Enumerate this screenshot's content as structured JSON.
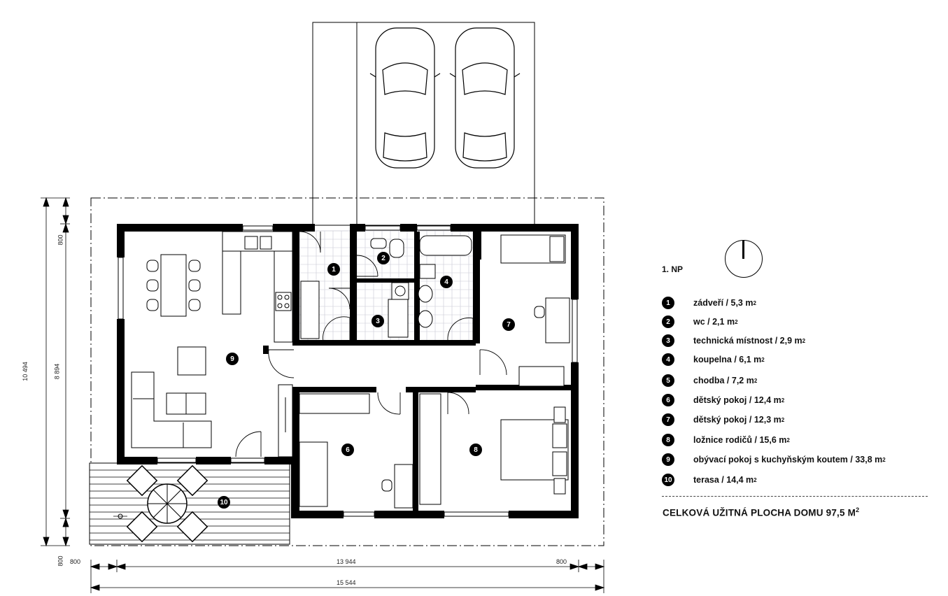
{
  "floor": "1. NP",
  "rooms": [
    {
      "num": "1",
      "name": "zádveří / 5,3 m",
      "sup": "2"
    },
    {
      "num": "2",
      "name": "wc / 2,1 m",
      "sup": "2"
    },
    {
      "num": "3",
      "name": "technická místnost / 2,9 m",
      "sup": "2"
    },
    {
      "num": "4",
      "name": "koupelna / 6,1 m",
      "sup": "2"
    },
    {
      "num": "5",
      "name": "chodba / 7,2 m",
      "sup": "2"
    },
    {
      "num": "6",
      "name": "dětský pokoj / 12,4 m",
      "sup": "2"
    },
    {
      "num": "7",
      "name": "dětský pokoj / 12,3 m",
      "sup": "2"
    },
    {
      "num": "8",
      "name": "ložnice rodičů / 15,6 m",
      "sup": "2"
    },
    {
      "num": "9",
      "name": "obývací pokoj s kuchyňským koutem / 33,8 m",
      "sup": "2"
    },
    {
      "num": "10",
      "name": "terasa / 14,4 m",
      "sup": "2"
    }
  ],
  "total": "CELKOVÁ UŽITNÁ PLOCHA DOMU 97,5 M",
  "total_sup": "2",
  "dimensions": {
    "height_total": "10 494",
    "height_inner": "8 894",
    "top_offset": "800",
    "bottom_offset": "800",
    "left_offset": "800",
    "width_inner": "13 944",
    "right_offset": "800",
    "width_total": "15 544"
  }
}
